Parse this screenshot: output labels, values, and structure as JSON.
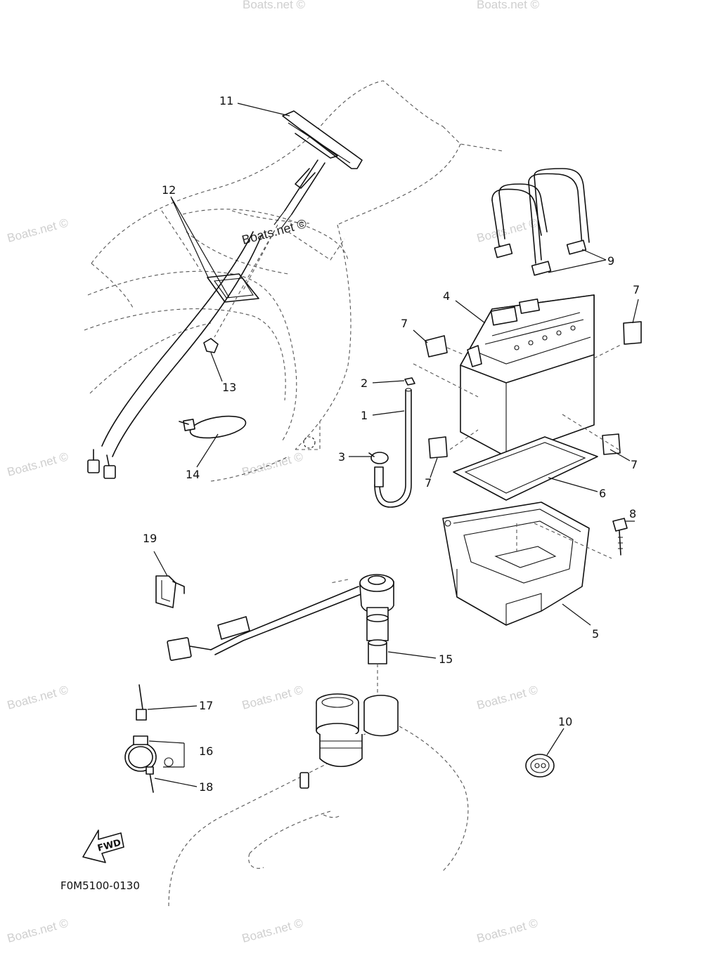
{
  "watermark": "Boats.net ©",
  "diagram_code": "F0M5100-0130",
  "fwd_label": "FWD",
  "callouts": {
    "c1": "1",
    "c2": "2",
    "c3": "3",
    "c4": "4",
    "c5": "5",
    "c6": "6",
    "c7": "7",
    "c8": "8",
    "c9": "9",
    "c10": "10",
    "c11": "11",
    "c12": "12",
    "c13": "13",
    "c14": "14",
    "c15": "15",
    "c16": "16",
    "c17": "17",
    "c18": "18",
    "c19": "19"
  }
}
